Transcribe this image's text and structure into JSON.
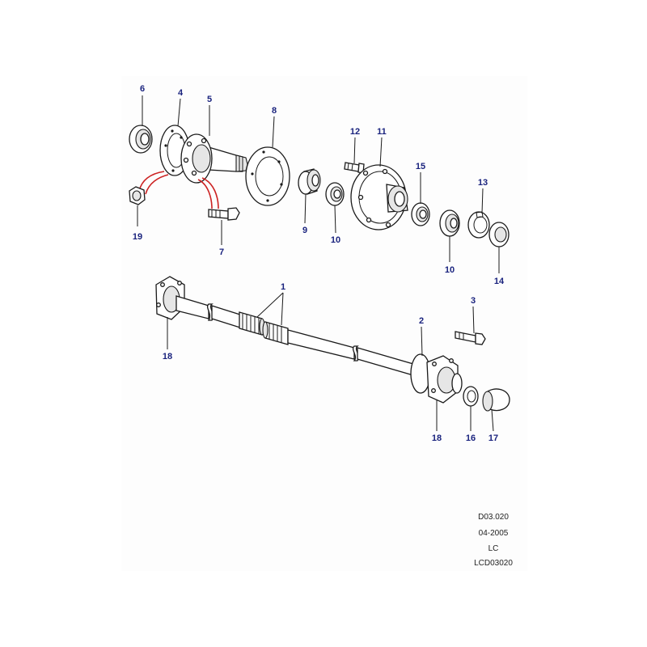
{
  "callouts": [
    {
      "id": "c6",
      "label": "6"
    },
    {
      "id": "c4",
      "label": "4"
    },
    {
      "id": "c5",
      "label": "5"
    },
    {
      "id": "c8",
      "label": "8"
    },
    {
      "id": "c12",
      "label": "12"
    },
    {
      "id": "c11",
      "label": "11"
    },
    {
      "id": "c15",
      "label": "15"
    },
    {
      "id": "c13",
      "label": "13"
    },
    {
      "id": "c19",
      "label": "19"
    },
    {
      "id": "c7",
      "label": "7"
    },
    {
      "id": "c9",
      "label": "9"
    },
    {
      "id": "c10a",
      "label": "10"
    },
    {
      "id": "c10b",
      "label": "10"
    },
    {
      "id": "c14",
      "label": "14"
    },
    {
      "id": "c1",
      "label": "1"
    },
    {
      "id": "c3",
      "label": "3"
    },
    {
      "id": "c2",
      "label": "2"
    },
    {
      "id": "c18a",
      "label": "18"
    },
    {
      "id": "c18b",
      "label": "18"
    },
    {
      "id": "c16",
      "label": "16"
    },
    {
      "id": "c17",
      "label": "17"
    }
  ],
  "info_block": {
    "ref": "D03.020",
    "date": "04-2005",
    "code": "LC",
    "drawing_id": "LCD03020"
  },
  "colors": {
    "callout": "#1a237e",
    "seal_line": "#cc2222",
    "line": "#1a1a1a"
  }
}
